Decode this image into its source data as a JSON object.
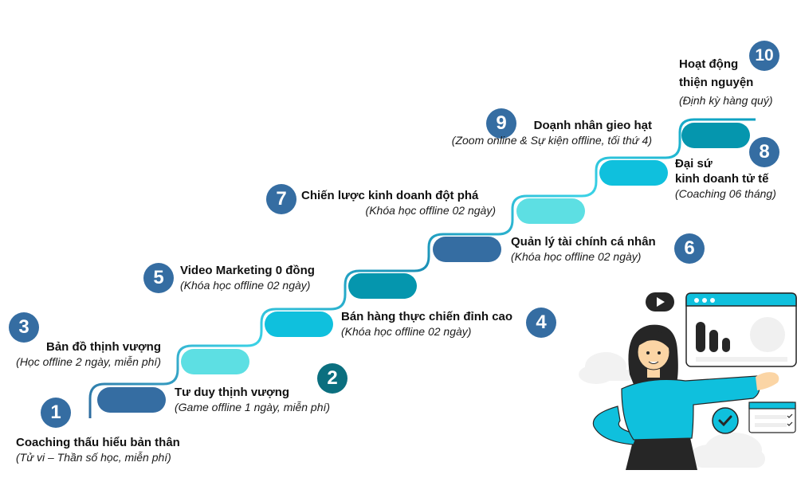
{
  "diagram": {
    "colors": {
      "badge_blue": "#356da2",
      "badge_teal": "#0b6f7f",
      "pill_dark_blue": "#356da2",
      "pill_light_cyan": "#5ddfe3",
      "pill_cyan": "#0fc0dd",
      "pill_teal": "#0596ae",
      "line_dark": "#2e6a9e",
      "line_light": "#3ad2e6"
    },
    "steps": [
      {
        "number": "1",
        "title": "Coaching thấu hiểu bản thân",
        "subtitle": "(Tử vi – Thần số học, miễn phí)"
      },
      {
        "number": "2",
        "title": "Tư duy thịnh vượng",
        "subtitle": "(Game offline 1 ngày, miễn phí)"
      },
      {
        "number": "3",
        "title": "Bản đồ thịnh vượng",
        "subtitle": "(Học offline 2 ngày, miễn phí)"
      },
      {
        "number": "4",
        "title": "Bán hàng thực chiến đỉnh cao",
        "subtitle": "(Khóa học offline 02 ngày)"
      },
      {
        "number": "5",
        "title": "Video Marketing 0 đồng",
        "subtitle": "(Khóa học offline 02 ngày)"
      },
      {
        "number": "6",
        "title": "Quản lý tài chính cá nhân",
        "subtitle": "(Khóa học offline 02 ngày)"
      },
      {
        "number": "7",
        "title": "Chiến lược kinh doanh đột phá",
        "subtitle": "(Khóa học offline 02 ngày)"
      },
      {
        "number": "8",
        "title_line1": "Đại sứ",
        "title_line2": "kinh doanh tử tế",
        "subtitle": "(Coaching 06 tháng)"
      },
      {
        "number": "9",
        "title": "Doạnh nhân gieo hạt",
        "subtitle": "(Zoom online & Sự kiện offline, tối thứ 4)"
      },
      {
        "number": "10",
        "title_line1": "Hoạt động",
        "title_line2": "thiện nguyện",
        "subtitle": "(Định kỳ hàng quý)"
      }
    ],
    "illustration": {
      "description": "woman presenting dashboard",
      "icons": [
        "play-icon",
        "browser-window",
        "check-circle-icon",
        "checklist-card"
      ]
    }
  }
}
